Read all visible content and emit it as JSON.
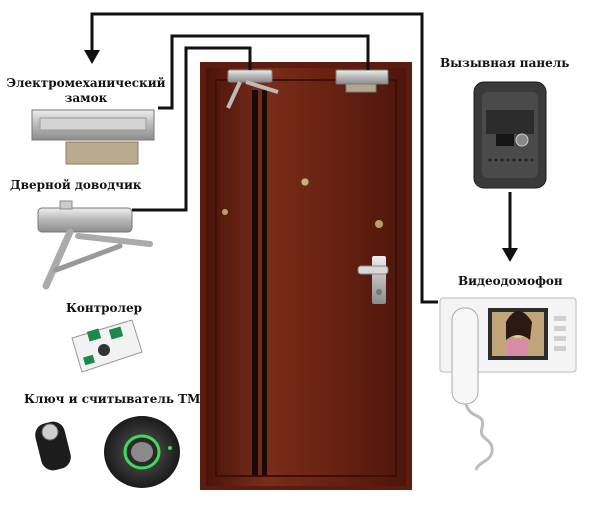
{
  "labels": {
    "electromech_lock": "Электромеханический замок",
    "door_closer": "Дверной доводчик",
    "controller": "Контролер",
    "key_reader": "Ключ и считыватель ТМ",
    "call_panel": "Вызывная панель",
    "video_intercom": "Видеодомофон"
  },
  "colors": {
    "wire": "#111111",
    "door_wood": "#6e2416",
    "door_frame": "#7a2a18",
    "metal": "#c8c8c8",
    "green_led": "#3ddc5a"
  }
}
